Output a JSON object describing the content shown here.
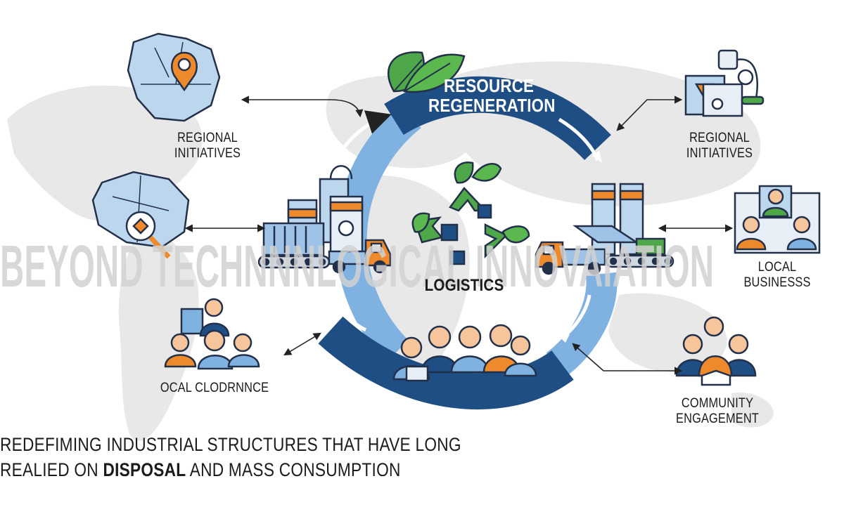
{
  "center": {
    "top_label_line1": "RESOURCE",
    "top_label_line2": "REGENERATION",
    "hub_label": "LOGISTICS"
  },
  "nodes": {
    "regional_initiatives_left": [
      "REGIONAL",
      "INITIATIVES"
    ],
    "regional_initiatives_right": [
      "REGIONAL",
      "INITIATIVES"
    ],
    "local_business": [
      "LOCAL",
      "BUSINESSS"
    ],
    "local_coordinance": [
      "OCAL CLODRNNCE"
    ],
    "community_engagement": [
      "COMMUNITY",
      "ENGAGEMENT"
    ]
  },
  "watermark": "BEYOND TECHNNNLOGICAL INNOVAIATION",
  "caption": {
    "line1": "REDEFIMING INDUSTRIAL STRUCTURES THAT HAVE LONG",
    "line2_pre": "REALIED ON ",
    "line2_bold": "DISPOSAL",
    "line2_post": " AND MASS CONSUMPTION"
  },
  "colors": {
    "navy": "#1f4e85",
    "light_blue": "#7fb2e0",
    "orange": "#ee8a2b",
    "green": "#4ea84a",
    "outline": "#23304a",
    "map_gray": "#e4e4e4"
  },
  "icons": [
    "map-pin-icon",
    "magnifier-map-icon",
    "factory-icon",
    "truck-icon",
    "recycle-icon",
    "leaf-icon",
    "people-icon",
    "video-call-icon",
    "lab-equipment-icon"
  ]
}
